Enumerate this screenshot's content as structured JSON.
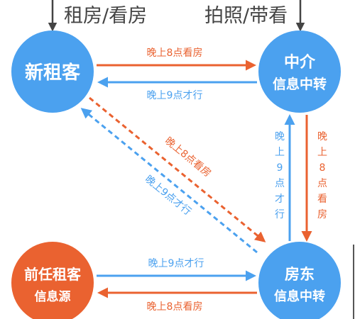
{
  "top_labels": {
    "left": "租房/看房",
    "right": "拍照/带看"
  },
  "nodes": {
    "new_tenant": {
      "label": "新租客"
    },
    "agent": {
      "line1": "中介",
      "line2": "信息中转"
    },
    "former_tenant": {
      "line1": "前任租客",
      "line2": "信息源"
    },
    "landlord": {
      "line1": "房东",
      "line2": "信息中转"
    }
  },
  "edges": {
    "tenant_to_agent": "晚上8点看房",
    "agent_to_tenant": "晚上9点才行",
    "tenant_to_landlord": "晚上8点看房",
    "landlord_to_tenant": "晚上9点才行",
    "landlord_to_agent": [
      "晚",
      "上",
      "9",
      "点",
      "才",
      "行"
    ],
    "agent_to_landlord": [
      "晚",
      "上",
      "8",
      "点",
      "看",
      "房"
    ],
    "former_to_landlord": "晚上9点才行",
    "landlord_to_former": "晚上8点看房"
  },
  "colors": {
    "blue": "#4ba1ef",
    "orange": "#ea6230",
    "gray": "#444444",
    "white": "#ffffff"
  }
}
